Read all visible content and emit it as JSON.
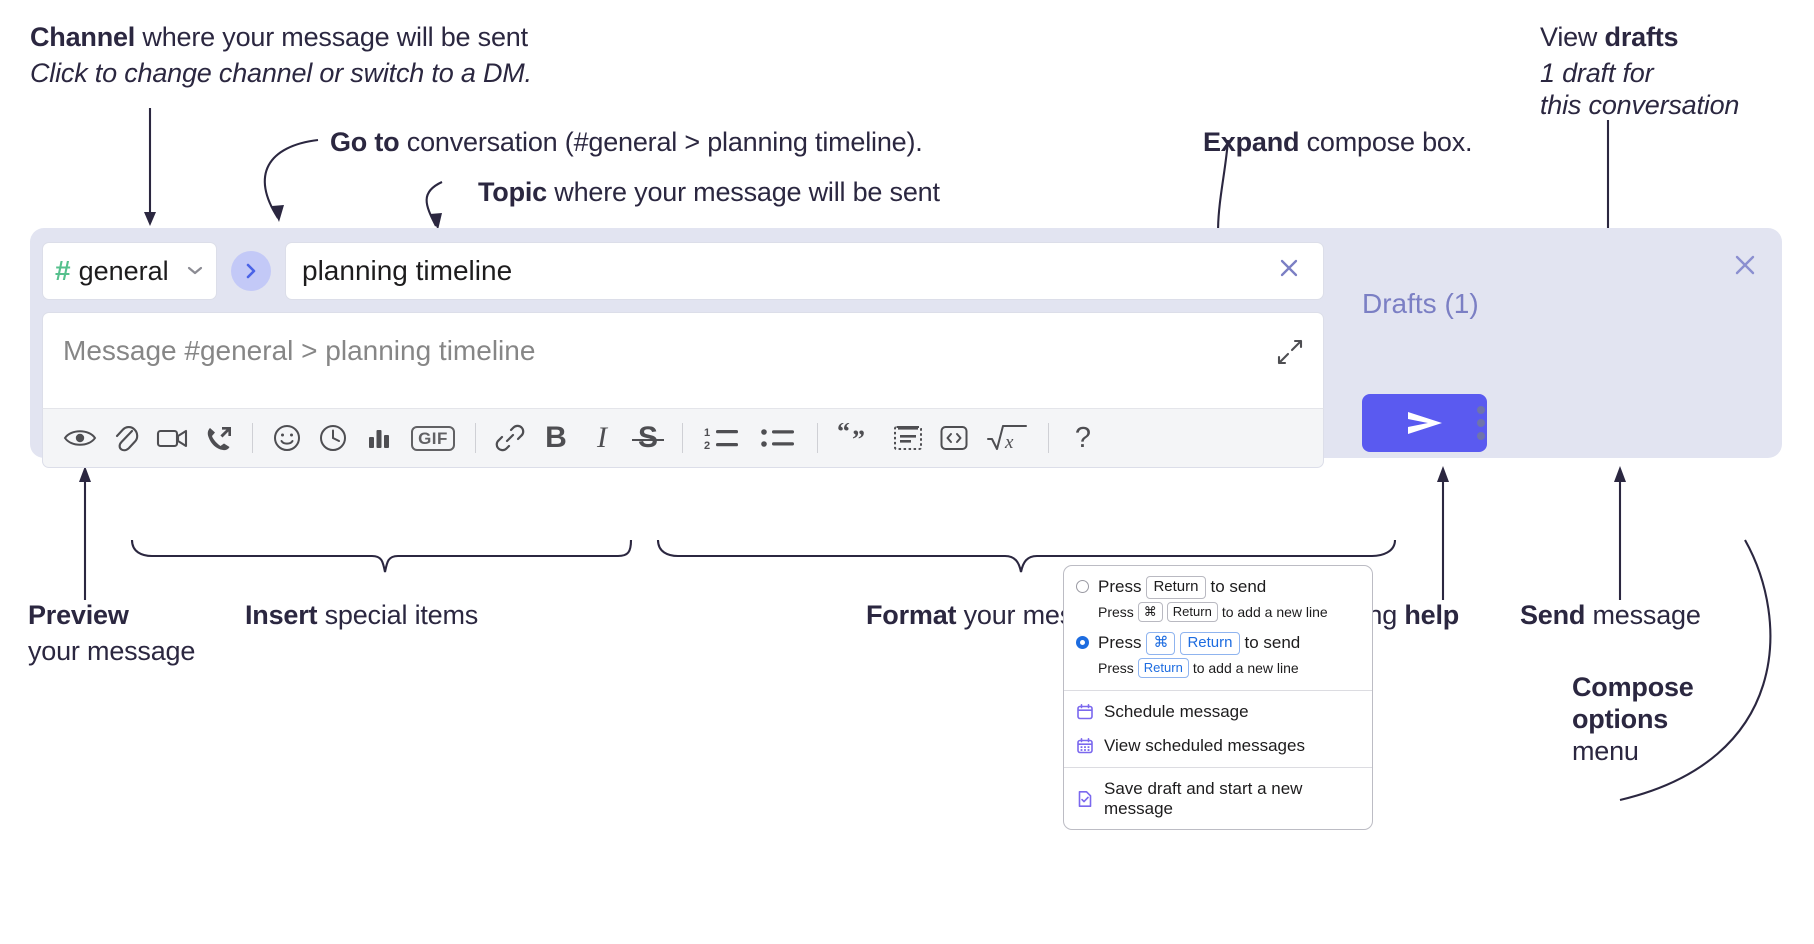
{
  "annotations": {
    "channel": {
      "bold": "Channel",
      "rest": " where your message will be sent",
      "sub": "Click to change channel or switch to a DM."
    },
    "goto": {
      "bold": "Go to",
      "rest": " conversation (#general > planning timeline)."
    },
    "topic": {
      "bold": "Topic",
      "rest": " where your message will be sent"
    },
    "expand": {
      "bold": "Expand",
      "rest": " compose box."
    },
    "drafts": {
      "bold_prefix": "View ",
      "bold": "drafts",
      "sub_line1": "1 draft for",
      "sub_line2": "this conversation"
    },
    "preview": {
      "bold": "Preview",
      "line2": "your message"
    },
    "insert": {
      "bold": "Insert",
      "rest": " special items"
    },
    "format": {
      "bold": "Format",
      "rest": " your message"
    },
    "formatting_help": {
      "rest": "Formatting ",
      "bold": "help"
    },
    "send": {
      "bold": "Send",
      "rest": " message"
    },
    "compose_options": {
      "line1": "Compose",
      "line2": "options",
      "line3": "menu"
    }
  },
  "compose": {
    "channel_name": "general",
    "channel_hash": "#",
    "goto_icon": "chevron-right-icon",
    "topic_value": "planning timeline",
    "topic_clear_icon": "close-icon",
    "message_placeholder": "Message #general > planning timeline",
    "expand_icon": "expand-diagonal-icon",
    "panel_close_icon": "close-icon",
    "drafts_label": "Drafts (1)",
    "send_icon": "send-paper-plane-icon",
    "kebab_icon": "kebab-menu-icon",
    "toolbar": [
      {
        "name": "preview-icon",
        "kind": "svg",
        "label": ""
      },
      {
        "name": "attachment-icon",
        "kind": "svg",
        "label": ""
      },
      {
        "name": "video-icon",
        "kind": "svg",
        "label": ""
      },
      {
        "name": "call-forward-icon",
        "kind": "svg",
        "label": ""
      },
      {
        "name": "divider",
        "kind": "sep",
        "label": ""
      },
      {
        "name": "emoji-icon",
        "kind": "svg",
        "label": ""
      },
      {
        "name": "clock-icon",
        "kind": "svg",
        "label": ""
      },
      {
        "name": "poll-icon",
        "kind": "svg",
        "label": ""
      },
      {
        "name": "gif-icon",
        "kind": "gif",
        "label": "GIF"
      },
      {
        "name": "divider",
        "kind": "sep",
        "label": ""
      },
      {
        "name": "link-icon",
        "kind": "svg",
        "label": ""
      },
      {
        "name": "bold-icon",
        "kind": "text",
        "label": "B"
      },
      {
        "name": "italic-icon",
        "kind": "text",
        "label": "I"
      },
      {
        "name": "strikethrough-icon",
        "kind": "text",
        "label": "S"
      },
      {
        "name": "divider",
        "kind": "sep",
        "label": ""
      },
      {
        "name": "ordered-list-icon",
        "kind": "svg",
        "label": ""
      },
      {
        "name": "bulleted-list-icon",
        "kind": "svg",
        "label": ""
      },
      {
        "name": "divider",
        "kind": "sep",
        "label": ""
      },
      {
        "name": "blockquote-icon",
        "kind": "svg",
        "label": ""
      },
      {
        "name": "code-block-icon",
        "kind": "svg",
        "label": ""
      },
      {
        "name": "code-snippet-icon",
        "kind": "svg",
        "label": ""
      },
      {
        "name": "math-icon",
        "kind": "svg",
        "label": ""
      },
      {
        "name": "divider",
        "kind": "sep",
        "label": ""
      },
      {
        "name": "help-icon",
        "kind": "help",
        "label": "?"
      }
    ]
  },
  "options_menu": {
    "option1": {
      "main_prefix": "Press",
      "main_key": "Return",
      "main_suffix": "to send",
      "sub_prefix": "Press",
      "sub_key1": "⌘",
      "sub_key2": "Return",
      "sub_suffix": "to add a new line",
      "selected": false
    },
    "option2": {
      "main_prefix": "Press",
      "main_key1": "⌘",
      "main_key2": "Return",
      "main_suffix": "to send",
      "sub_prefix": "Press",
      "sub_key": "Return",
      "sub_suffix": "to add a new line",
      "selected": true
    },
    "items": [
      {
        "label": "Schedule message",
        "icon": "calendar-icon"
      },
      {
        "label": "View scheduled messages",
        "icon": "calendar-grid-icon"
      },
      {
        "label": "Save draft and start a new message",
        "icon": "document-check-icon"
      }
    ]
  },
  "colors": {
    "panel_bg": "#e2e4f1",
    "accent_purple": "#5a5af0",
    "drafts_text": "#7b7fc4",
    "hash_green": "#56c08d",
    "goto_circle": "#c3c9f7",
    "radio_blue": "#1d6ce0",
    "menu_icon_purple": "#7b68ee"
  }
}
